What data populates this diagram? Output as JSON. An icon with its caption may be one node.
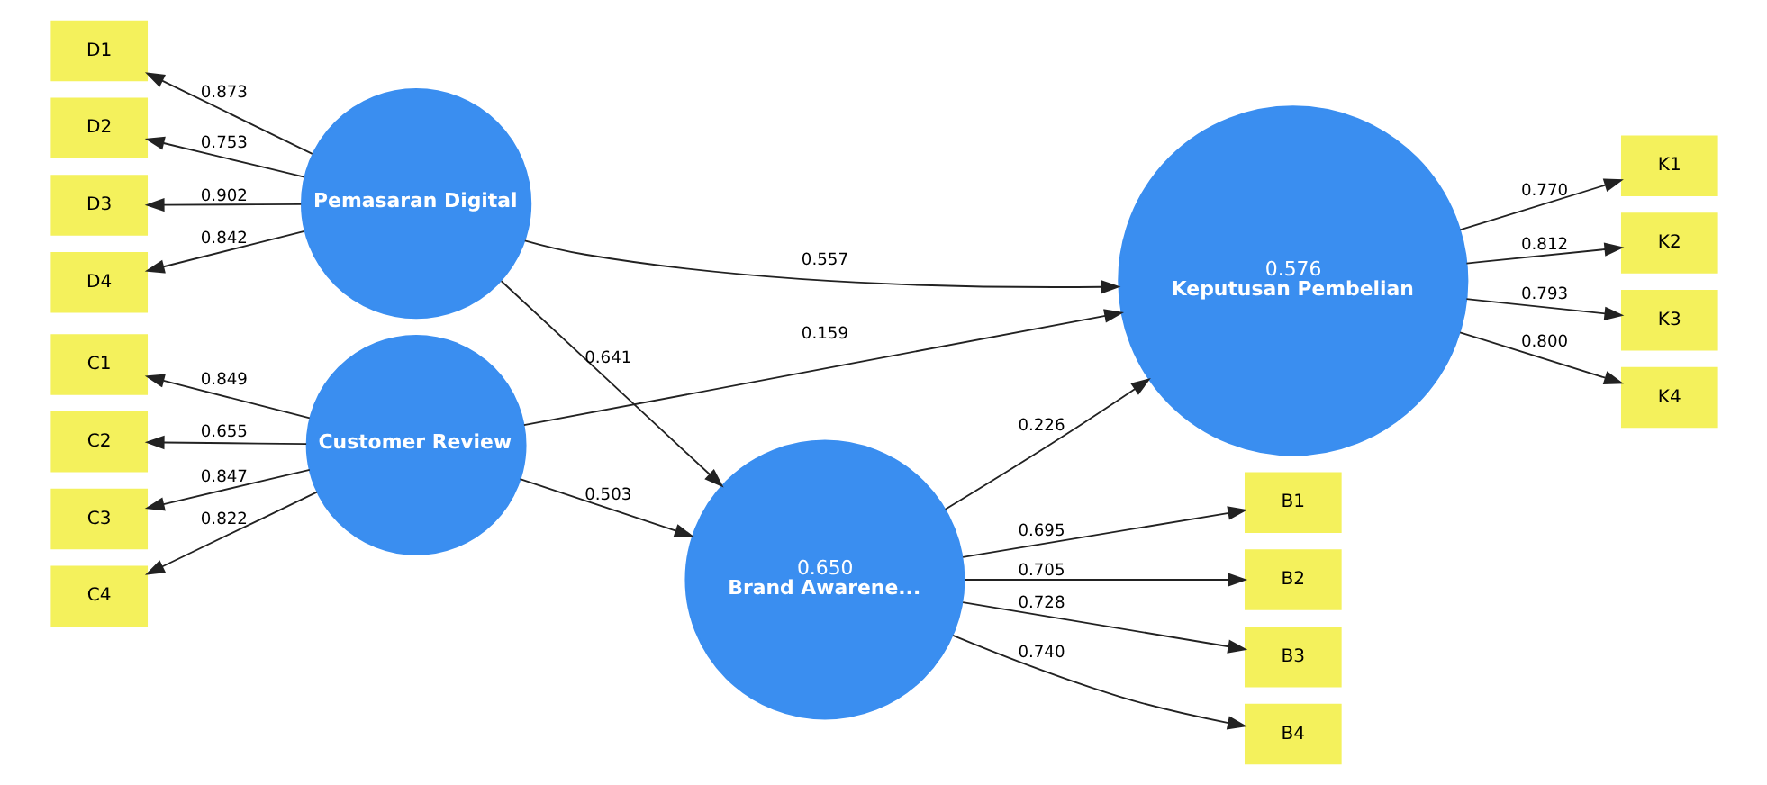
{
  "diagram": {
    "nodes": [
      {
        "text": [
          "D1"
        ]
      },
      {
        "text": [
          "D2"
        ]
      },
      {
        "text": [
          "D3"
        ]
      },
      {
        "text": [
          "D4"
        ]
      },
      {
        "text": [
          "Pemasaran Digital"
        ]
      },
      {
        "text": [
          "C1"
        ]
      },
      {
        "text": [
          "C2"
        ]
      },
      {
        "text": [
          "C3"
        ]
      },
      {
        "text": [
          "C4"
        ]
      },
      {
        "text": [
          "Customer Review"
        ]
      },
      {
        "text": [
          "0.650",
          "Brand Awarene..."
        ]
      },
      {
        "text": [
          "B1"
        ]
      },
      {
        "text": [
          "B2"
        ]
      },
      {
        "text": [
          "B3"
        ]
      },
      {
        "text": [
          "B4"
        ]
      },
      {
        "text": [
          "0.576",
          "Keputusan Pembelian"
        ]
      },
      {
        "text": [
          "K1"
        ]
      },
      {
        "text": [
          "K2"
        ]
      },
      {
        "text": [
          "K3"
        ]
      },
      {
        "text": [
          "K4"
        ]
      }
    ],
    "edges": [
      {
        "from": 4,
        "to": 0,
        "arrow": "to",
        "label": "0.873"
      },
      {
        "from": 4,
        "to": 1,
        "arrow": "to",
        "label": "0.753"
      },
      {
        "from": 4,
        "to": 2,
        "arrow": "to",
        "label": "0.902"
      },
      {
        "from": 4,
        "to": 3,
        "arrow": "to",
        "label": "0.842"
      },
      {
        "from": 9,
        "to": 5,
        "arrow": "to",
        "label": "0.849"
      },
      {
        "from": 9,
        "to": 6,
        "arrow": "to",
        "label": "0.655"
      },
      {
        "from": 9,
        "to": 7,
        "arrow": "to",
        "label": "0.847"
      },
      {
        "from": 9,
        "to": 8,
        "arrow": "to",
        "label": "0.822"
      },
      {
        "from": 4,
        "to": 10,
        "arrow": "to",
        "label": "0.641"
      },
      {
        "from": 9,
        "to": 10,
        "arrow": "to",
        "label": "0.503"
      },
      {
        "from": 4,
        "to": 15,
        "arrow": "to",
        "label": "0.557"
      },
      {
        "from": 10,
        "to": 15,
        "arrow": "to",
        "label": "0.226"
      },
      {
        "from": 9,
        "to": 15,
        "arrow": "to",
        "label": "0.159"
      },
      {
        "from": 10,
        "to": 11,
        "arrow": "to",
        "label": "0.695"
      },
      {
        "from": 10,
        "to": 12,
        "arrow": "to",
        "label": "0.705"
      },
      {
        "from": 10,
        "to": 13,
        "arrow": "to",
        "label": "0.728"
      },
      {
        "from": 10,
        "to": 14,
        "arrow": "to",
        "label": "0.740"
      },
      {
        "from": 15,
        "to": 16,
        "arrow": "to",
        "label": "0.770"
      },
      {
        "from": 15,
        "to": 17,
        "arrow": "to",
        "label": "0.812"
      },
      {
        "from": 15,
        "to": 18,
        "arrow": "to",
        "label": "0.793"
      },
      {
        "from": 15,
        "to": 19,
        "arrow": "to",
        "label": "0.800"
      }
    ]
  }
}
